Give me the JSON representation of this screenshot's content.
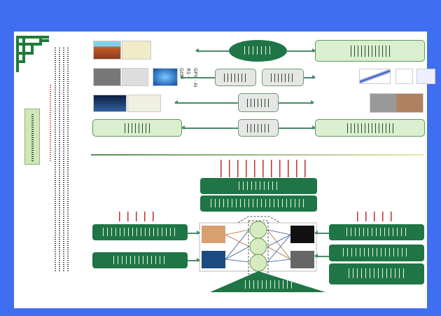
{
  "title_plate": "",
  "tech_labels": [
    "GPS · AI",
    "RS ·",
    "GIS ·"
  ],
  "colors": {
    "background": "#3f6ef0",
    "dark_green": "#1f7545",
    "light_green": "#d9efcf",
    "accent_red": "#c0302a"
  }
}
